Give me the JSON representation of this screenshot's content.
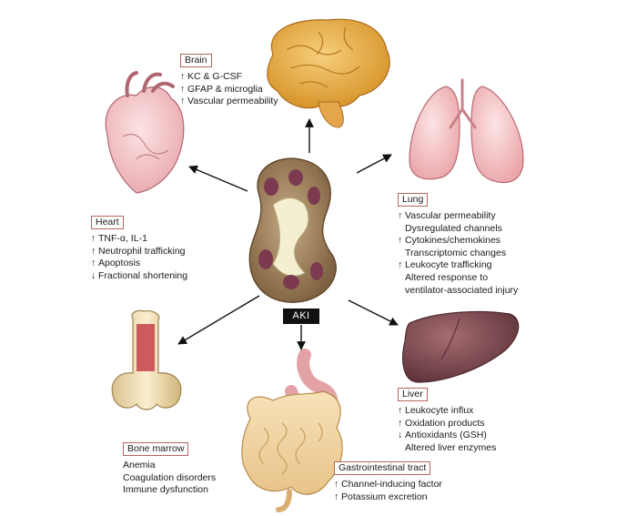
{
  "center_label": "AKI",
  "organs": {
    "brain": {
      "title": "Brain",
      "items": [
        {
          "arrow": "↑",
          "text": "KC & G-CSF"
        },
        {
          "arrow": "↑",
          "text": "GFAP & microglia"
        },
        {
          "arrow": "↑",
          "text": "Vascular permeability"
        }
      ]
    },
    "heart": {
      "title": "Heart",
      "items": [
        {
          "arrow": "↑",
          "text": "TNF-α, IL-1"
        },
        {
          "arrow": "↑",
          "text": "Neutrophil trafficking"
        },
        {
          "arrow": "↑",
          "text": "Apoptosis"
        },
        {
          "arrow": "↓",
          "text": "Fractional shortening"
        }
      ]
    },
    "lung": {
      "title": "Lung",
      "items": [
        {
          "arrow": "↑",
          "text": "Vascular permeability"
        },
        {
          "arrow": "",
          "text": "Dysregulated channels"
        },
        {
          "arrow": "↑",
          "text": "Cytokines/chemokines"
        },
        {
          "arrow": "",
          "text": "Transcriptomic changes"
        },
        {
          "arrow": "↑",
          "text": "Leukocyte trafficking"
        },
        {
          "arrow": "",
          "text": "Altered response to"
        },
        {
          "arrow": "",
          "text": "ventilator-associated injury"
        }
      ]
    },
    "liver": {
      "title": "Liver",
      "items": [
        {
          "arrow": "↑",
          "text": "Leukocyte influx"
        },
        {
          "arrow": "↑",
          "text": "Oxidation products"
        },
        {
          "arrow": "↓",
          "text": "Antioxidants (GSH)"
        },
        {
          "arrow": "",
          "text": "Altered liver enzymes"
        }
      ]
    },
    "bone_marrow": {
      "title": "Bone marrow",
      "items": [
        {
          "arrow": "",
          "text": "Anemia"
        },
        {
          "arrow": "",
          "text": "Coagulation disorders"
        },
        {
          "arrow": "",
          "text": "Immune dysfunction"
        }
      ]
    },
    "gi": {
      "title": "Gastrointestinal tract",
      "items": [
        {
          "arrow": "↑",
          "text": "Channel-inducing factor"
        },
        {
          "arrow": "↑",
          "text": "Potassium excretion"
        }
      ]
    }
  }
}
